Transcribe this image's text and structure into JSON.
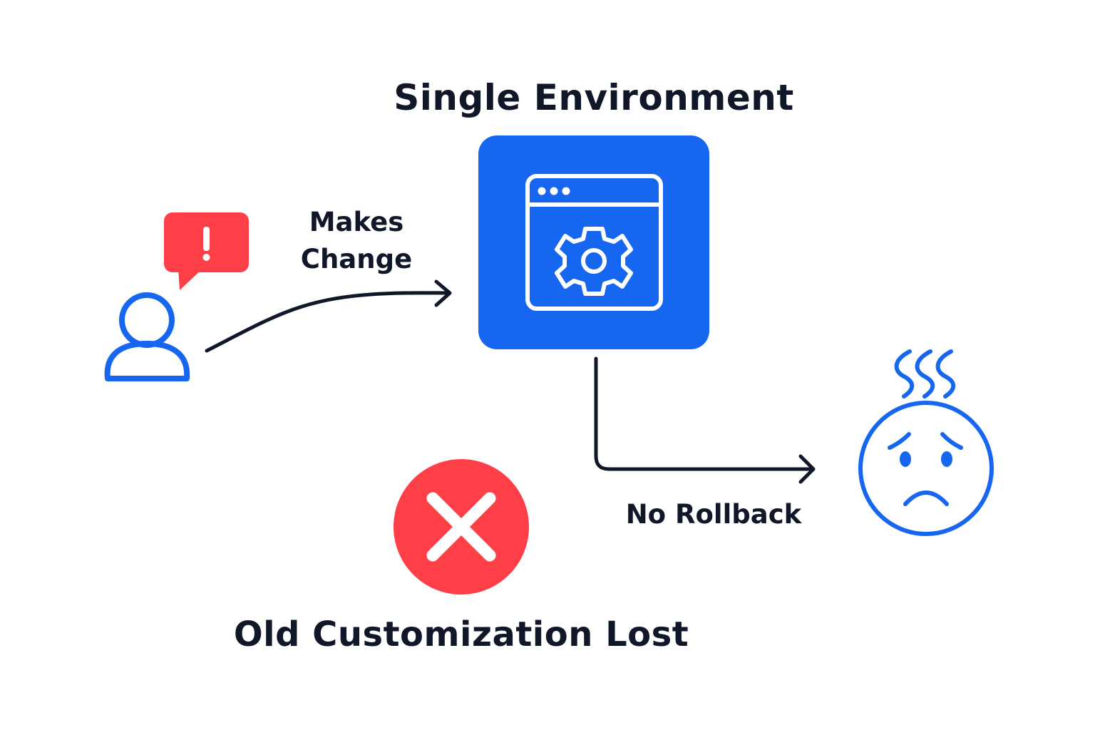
{
  "diagram": {
    "title": "Single Environment",
    "change_label": "Makes Change",
    "rollback_label": "No Rollback",
    "lost_label": "Old Customization Lost"
  },
  "icons": {
    "user": "user-icon",
    "alert": "alert-speech-bubble-icon",
    "environment": "browser-window-gear-icon",
    "error": "close-circle-icon",
    "sad_face": "sad-sweating-face-icon"
  },
  "colors": {
    "primary_blue": "#1766f0",
    "alert_red": "#ff3f48",
    "text_dark": "#0f1729",
    "background": "#ffffff"
  }
}
